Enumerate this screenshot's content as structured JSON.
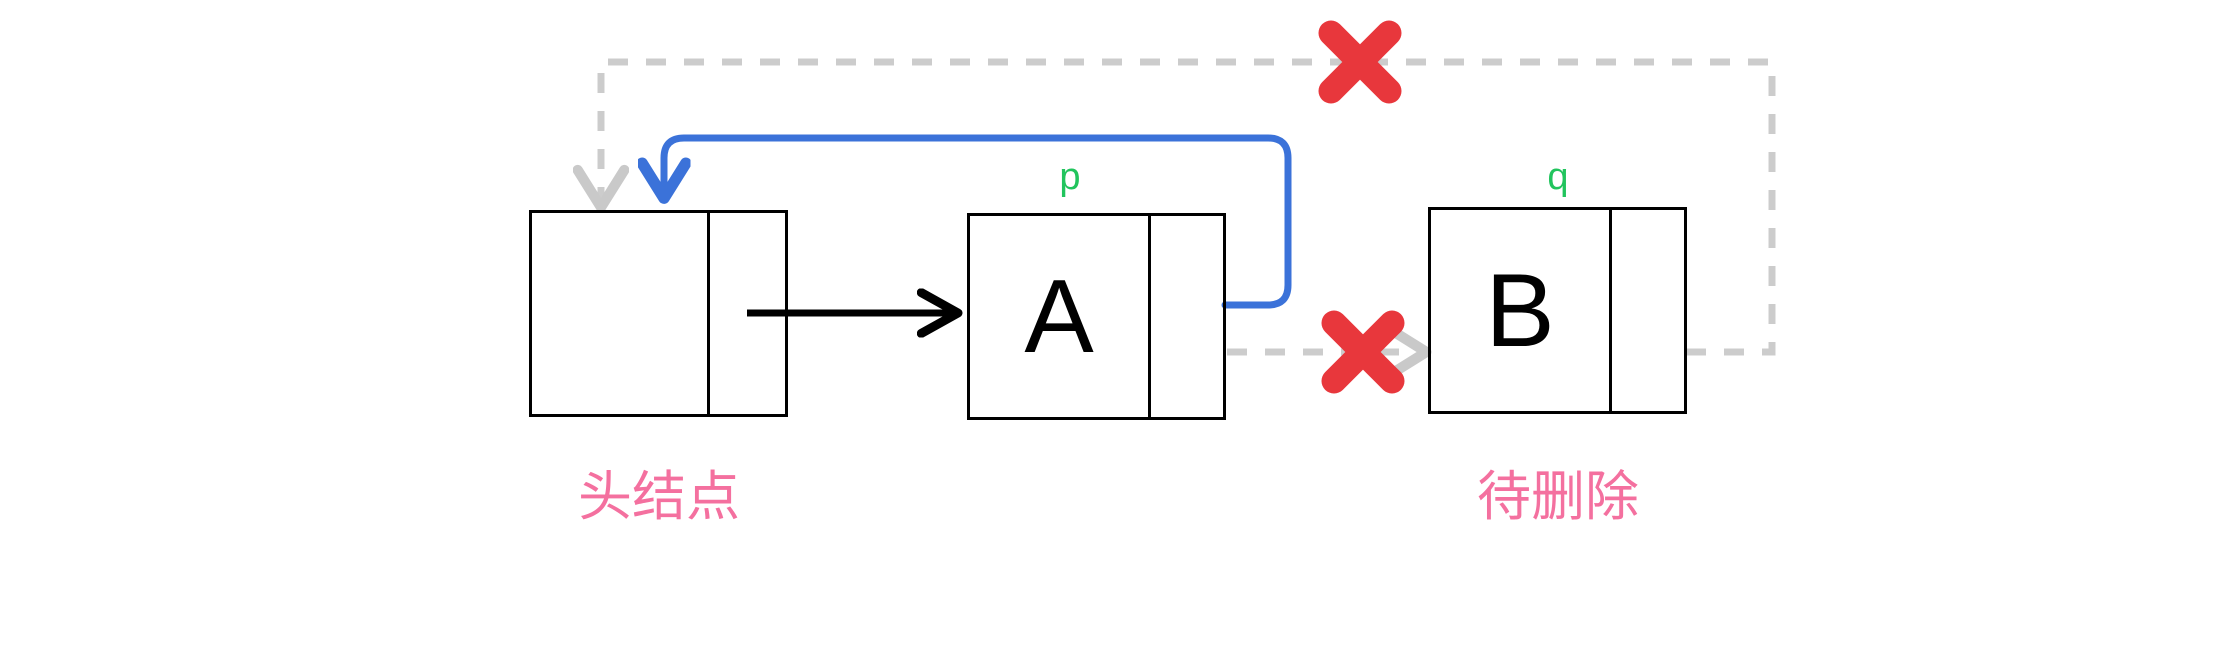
{
  "diagram": {
    "title": "singly-linked-list-node-deletion",
    "background_color": "#ffffff",
    "colors": {
      "node_border": "#000000",
      "node_text": "#000000",
      "pointer_label": "#21c45d",
      "chinese_label": "#f4709f",
      "new_link": "#3b72d9",
      "old_link": "#cccccc",
      "cross_mark": "#e8373c"
    },
    "nodes": [
      {
        "id": "head",
        "value": "",
        "pointer_label": "",
        "caption": "头结点"
      },
      {
        "id": "a",
        "value": "A",
        "pointer_label": "p",
        "caption": ""
      },
      {
        "id": "b",
        "value": "B",
        "pointer_label": "q",
        "caption": "待删除"
      }
    ],
    "labels": {
      "p": "p",
      "q": "q",
      "head_caption": "头结点",
      "delete_caption": "待删除"
    },
    "edges": [
      {
        "id": "head-to-a",
        "from": "head.next",
        "to": "a",
        "style": "solid",
        "color": "#000000",
        "state": "active"
      },
      {
        "id": "a-to-b",
        "from": "a.next",
        "to": "b",
        "style": "dashed",
        "color": "#cccccc",
        "state": "removed"
      },
      {
        "id": "b-to-head",
        "from": "b.next",
        "to": "head",
        "style": "dashed",
        "color": "#cccccc",
        "state": "removed"
      },
      {
        "id": "a-to-head",
        "from": "a.next",
        "to": "head",
        "style": "solid-rounded",
        "color": "#3b72d9",
        "state": "new"
      }
    ],
    "crosses": [
      {
        "id": "cross-top",
        "on_edge": "b-to-head",
        "symbol": "✗"
      },
      {
        "id": "cross-middle",
        "on_edge": "a-to-b",
        "symbol": "✗"
      }
    ]
  }
}
